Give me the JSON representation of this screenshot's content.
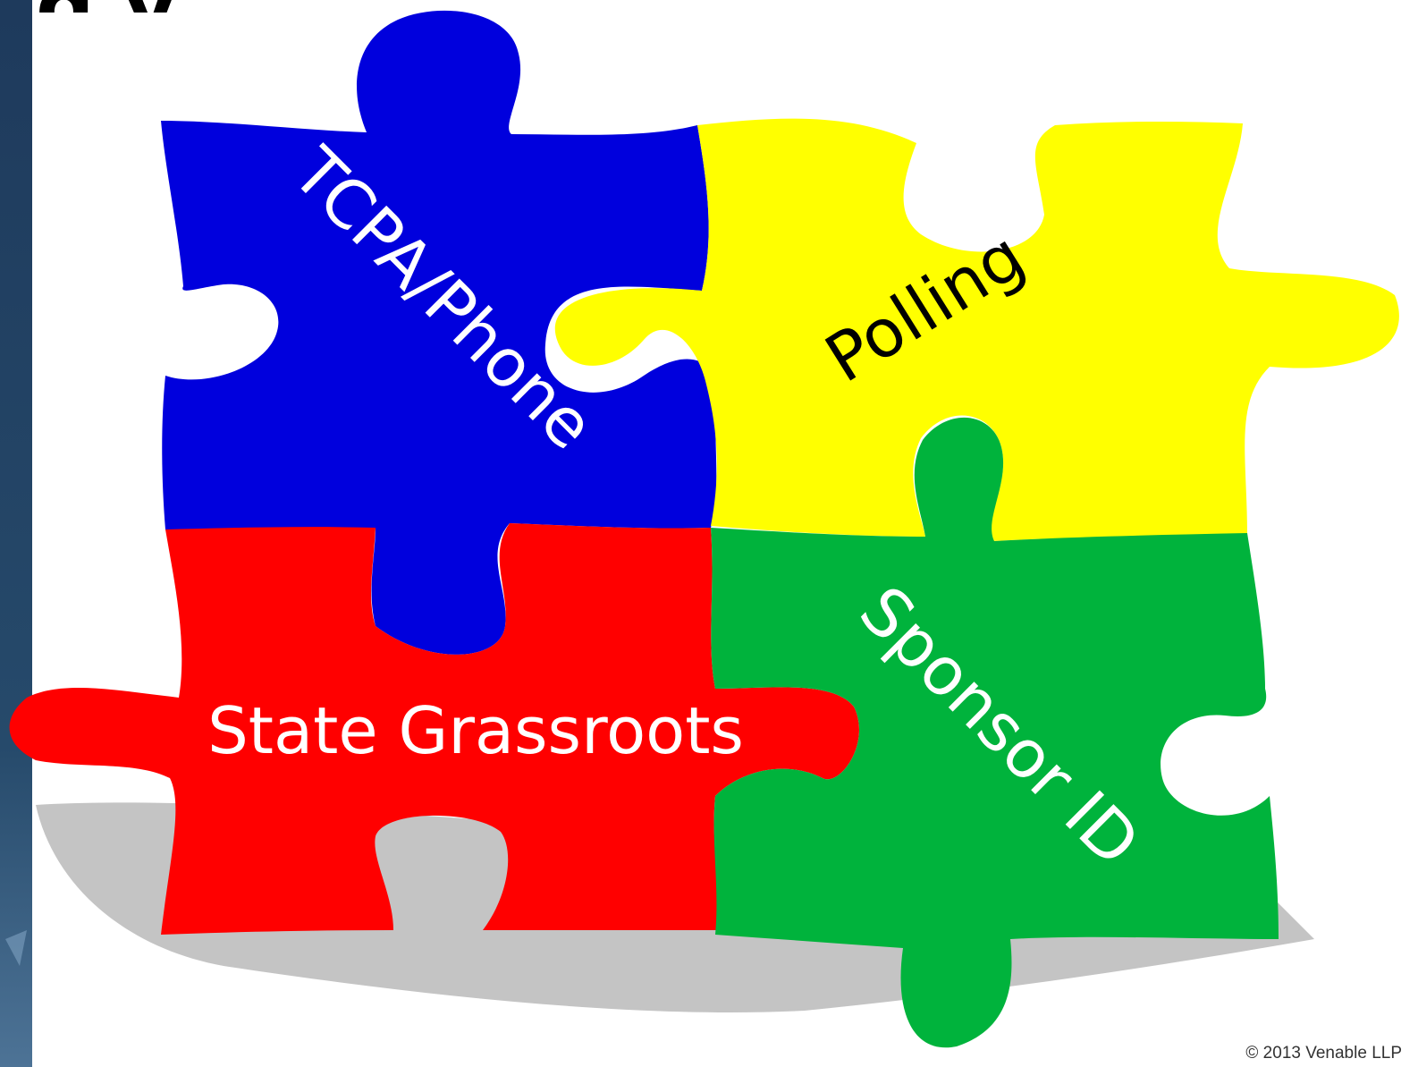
{
  "slide": {
    "title_fragment": "g y",
    "copyright": "© 2013 Venable LLP"
  },
  "pieces": {
    "blue": {
      "label": "TCPA/Phone",
      "fill": "#0000dd",
      "text_color": "#ffffff"
    },
    "yellow": {
      "label": "Polling",
      "fill": "#ffff00",
      "text_color": "#000000"
    },
    "red": {
      "label": "State Grassroots",
      "fill": "#ff0000",
      "text_color": "#ffffff"
    },
    "green": {
      "label": "Sponsor ID",
      "fill": "#00b33c",
      "text_color": "#ffffff"
    }
  },
  "colors": {
    "side_panel": "#1f3a5a",
    "shadow": "#c4c4c4"
  }
}
